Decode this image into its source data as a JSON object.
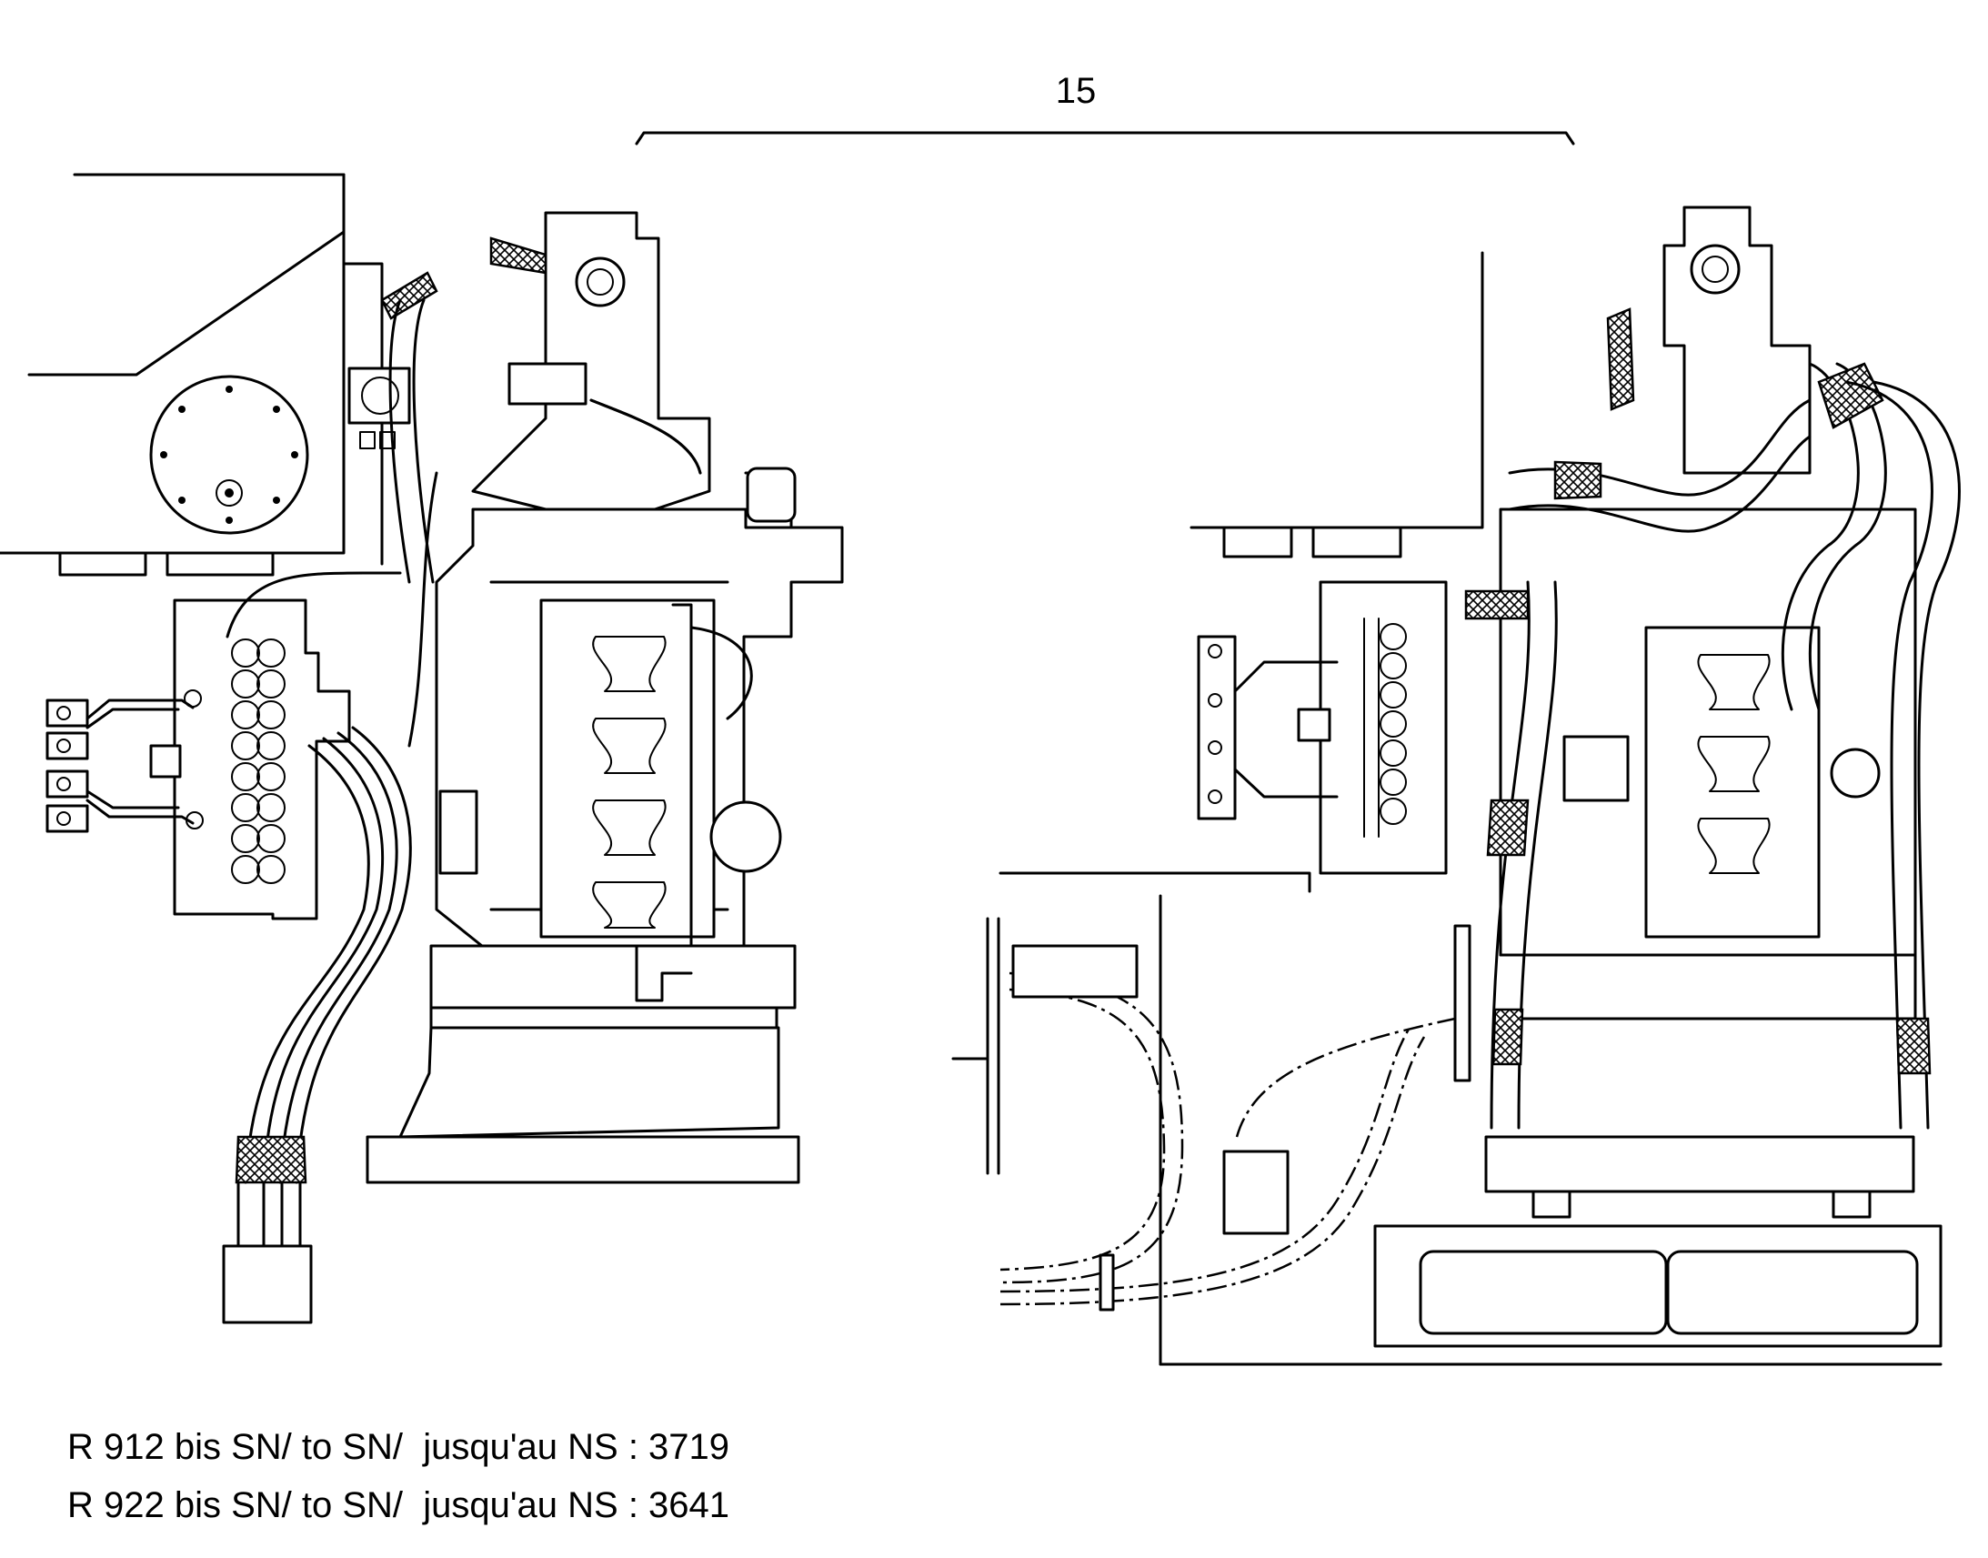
{
  "callout": "15",
  "references": [
    "R 912 bis SN/ to SN/  jusqu'au NS : 3719",
    "R 922 bis SN/ to SN/  jusqu'au NS : 3641"
  ],
  "colors": {
    "line": "#000000",
    "background": "#ffffff"
  }
}
